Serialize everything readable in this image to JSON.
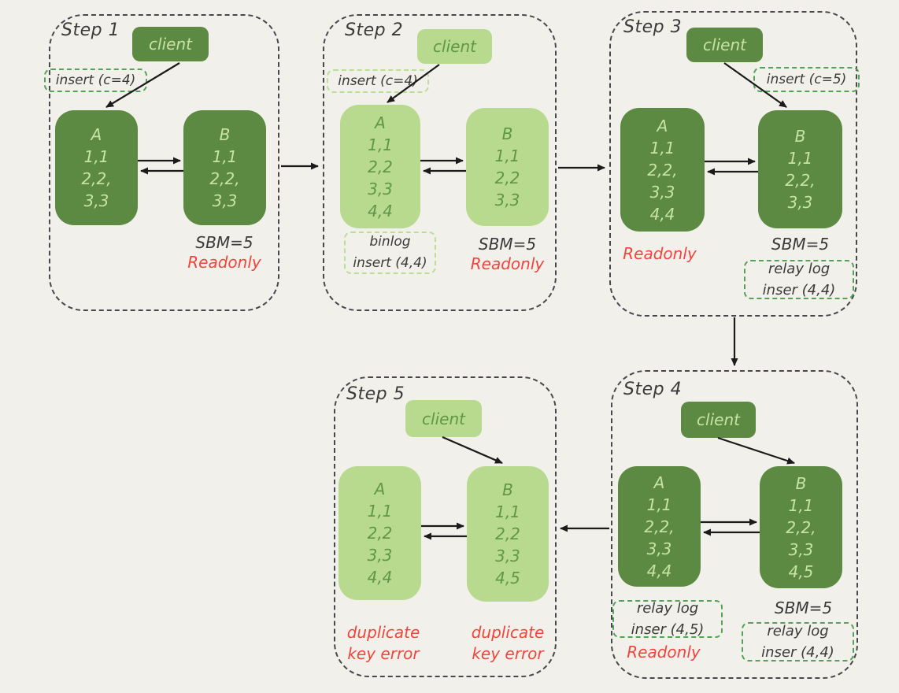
{
  "colors": {
    "background": "#f2f0ea",
    "node_dark_fill": "#5d8a43",
    "node_dark_text": "#c6e3a5",
    "node_light_fill": "#b7da8e",
    "node_light_text": "#5f9745",
    "note_border_dark": "#54a158",
    "note_border_light": "#bade95",
    "text_dark": "#3a3a3a",
    "text_red": "#f1443c",
    "frame_border": "#45484d",
    "arrow": "#1b1b1b"
  },
  "step1": {
    "title": "Step 1",
    "client_label": "client",
    "insert_note": "insert (c=4)",
    "node_a": {
      "label": "A",
      "rows": [
        "1,1",
        "2,2,",
        "3,3"
      ]
    },
    "node_b": {
      "label": "B",
      "rows": [
        "1,1",
        "2,2,",
        "3,3"
      ]
    },
    "sbm_label": "SBM=5",
    "status_label": "Readonly"
  },
  "step2": {
    "title": "Step 2",
    "client_label": "client",
    "insert_note": "insert (c=4)",
    "node_a": {
      "label": "A",
      "rows": [
        "1,1",
        "2,2",
        "3,3",
        "4,4"
      ]
    },
    "node_b": {
      "label": "B",
      "rows": [
        "1,1",
        "2,2",
        "3,3"
      ]
    },
    "binlog_note": {
      "lines": [
        "binlog",
        "insert (4,4)"
      ]
    },
    "sbm_label": "SBM=5",
    "status_label": "Readonly"
  },
  "step3": {
    "title": "Step 3",
    "client_label": "client",
    "insert_note": "insert (c=5)",
    "node_a": {
      "label": "A",
      "rows": [
        "1,1",
        "2,2,",
        "3,3",
        "4,4"
      ]
    },
    "node_b": {
      "label": "B",
      "rows": [
        "1,1",
        "2,2,",
        "3,3"
      ]
    },
    "status_label": "Readonly",
    "sbm_label": "SBM=5",
    "relay_note": {
      "lines": [
        "relay log",
        "inser (4,4)"
      ]
    }
  },
  "step4": {
    "title": "Step 4",
    "client_label": "client",
    "node_a": {
      "label": "A",
      "rows": [
        "1,1",
        "2,2,",
        "3,3",
        "4,4"
      ]
    },
    "node_b": {
      "label": "B",
      "rows": [
        "1,1",
        "2,2,",
        "3,3",
        "4,5"
      ]
    },
    "relay_note_a": {
      "lines": [
        "relay log",
        "inser (4,5)"
      ]
    },
    "status_label": "Readonly",
    "sbm_label": "SBM=5",
    "relay_note_b": {
      "lines": [
        "relay log",
        "inser (4,4)"
      ]
    }
  },
  "step5": {
    "title": "Step 5",
    "client_label": "client",
    "node_a": {
      "label": "A",
      "rows": [
        "1,1",
        "2,2",
        "3,3",
        "4,4"
      ]
    },
    "node_b": {
      "label": "B",
      "rows": [
        "1,1",
        "2,2",
        "3,3",
        "4,5"
      ]
    },
    "error_a": {
      "lines": [
        "duplicate",
        "key error"
      ]
    },
    "error_b": {
      "lines": [
        "duplicate",
        "key error"
      ]
    }
  }
}
